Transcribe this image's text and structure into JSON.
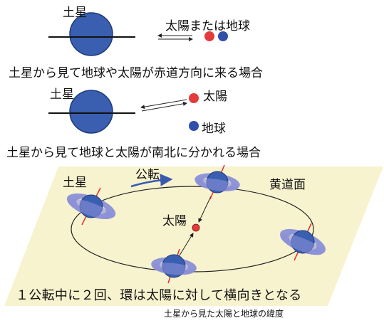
{
  "colors": {
    "planet": "#3a5fb0",
    "planet_edge": "#1e3a78",
    "sun": "#e43a3a",
    "earth": "#2f4fa8",
    "ring": "#8a8fd8",
    "ecliptic_plane": "#f8f3cf",
    "orbit_arrow": "#3a5ab0",
    "axis": "#e0302a"
  },
  "panel_top": {
    "saturn_label": "土星",
    "sun_or_earth_label": "太陽または地球",
    "caption": "土星から見て地球や太陽が赤道方向に来る場合"
  },
  "panel_middle": {
    "saturn_label": "土星",
    "sun_label": "太陽",
    "earth_label": "地球",
    "caption": "土星から見て地球と太陽が南北に分かれる場合"
  },
  "panel_bottom": {
    "saturn_label": "土星",
    "revolution_label": "公転",
    "ecliptic_label": "黄道面",
    "sun_label": "太陽",
    "caption": "１公転中に２回、環は太陽に対して横向きとなる",
    "small_caption": "土星から見た太陽と地球の緯度"
  }
}
